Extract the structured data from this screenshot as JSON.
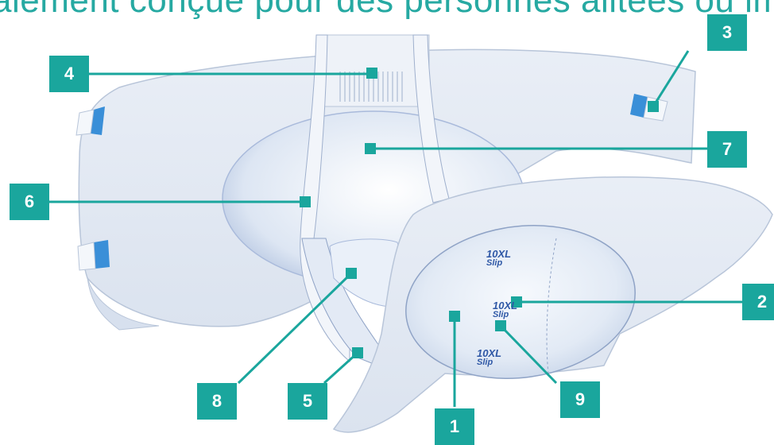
{
  "header": {
    "text": "alement conçue pour des personnes alitées ou imm"
  },
  "product_text": {
    "line1": "10XL",
    "line2": "Slip"
  },
  "colors": {
    "teal": "#1aa69d",
    "brand_blue": "#2f58a6",
    "tab_blue": "#3a8fd8"
  },
  "badges": [
    {
      "id": "1",
      "label": "1"
    },
    {
      "id": "2",
      "label": "2"
    },
    {
      "id": "3",
      "label": "3"
    },
    {
      "id": "4",
      "label": "4"
    },
    {
      "id": "5",
      "label": "5"
    },
    {
      "id": "6",
      "label": "6"
    },
    {
      "id": "7",
      "label": "7"
    },
    {
      "id": "8",
      "label": "8"
    },
    {
      "id": "9",
      "label": "9"
    }
  ]
}
